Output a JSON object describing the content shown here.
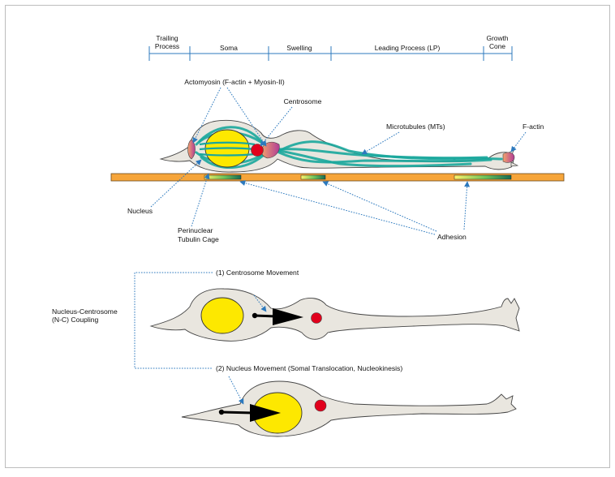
{
  "segments": {
    "trailing_1": "Trailing",
    "trailing_2": "Process",
    "soma": "Soma",
    "swelling": "Swelling",
    "leading": "Leading Process (LP)",
    "growth_1": "Growth",
    "growth_2": "Cone"
  },
  "labels": {
    "actomyosin": "Actomyosin (F-actin + Myosin-II)",
    "centrosome": "Centrosome",
    "microtubules": "Microtubules (MTs)",
    "factin": "F-actin",
    "nucleus": "Nucleus",
    "cage_1": "Perinuclear",
    "cage_2": "Tubulin Cage",
    "adhesion": "Adhesion",
    "coupling_1": "Nucleus-Centrosome",
    "coupling_2": "(N-C) Coupling",
    "move1": "(1) Centrosome Movement",
    "move2": "(2) Nucleus  Movement  (Somal Translocation, Nucleokinesis)"
  },
  "colors": {
    "cell_fill": "#e9e6df",
    "nucleus": "#fde800",
    "centrosome": "#e1001c",
    "microtubule": "#1aa79c",
    "substrate": "#f6a53a",
    "actomyosin": "#c43d8b",
    "arrow_blue": "#2c79be",
    "arrow_black": "#000000"
  }
}
